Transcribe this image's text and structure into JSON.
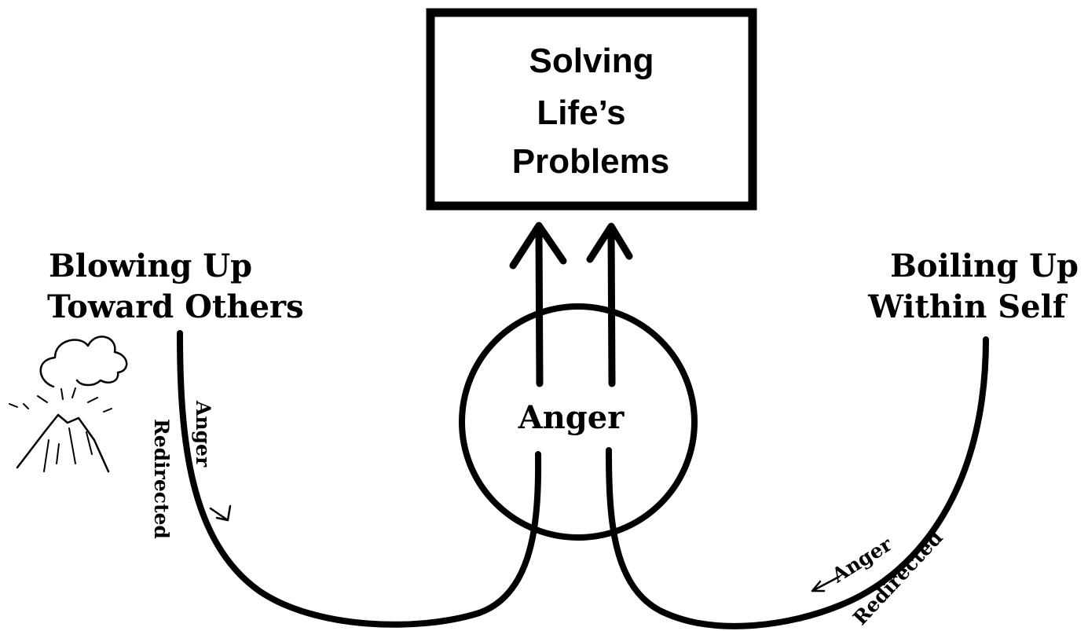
{
  "box": {
    "line1": "Solving",
    "line2": "Life’s",
    "line3": "Problems"
  },
  "left_heading": {
    "line1": "Blowing Up",
    "line2": "Toward Others"
  },
  "right_heading": {
    "line1": "Boiling Up",
    "line2": "Within Self"
  },
  "center": {
    "label": "Anger"
  },
  "left_path": {
    "anger_label": "Anger",
    "redirected_label": "Redirected"
  },
  "right_path": {
    "anger_label": "Anger",
    "redirected_label": "Redirected"
  },
  "icons": {
    "volcano": "volcano-icon"
  },
  "colors": {
    "ink": "#000000",
    "background": "#ffffff"
  }
}
